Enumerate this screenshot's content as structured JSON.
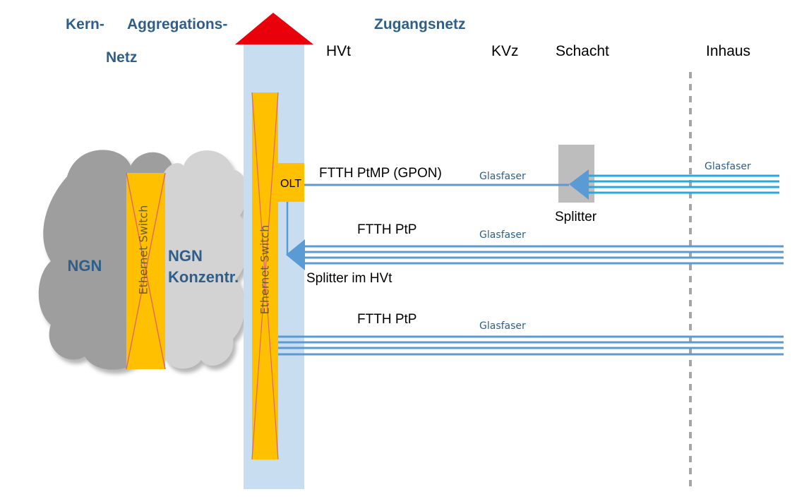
{
  "headers": {
    "kern": "Kern-",
    "aggregation": "Aggregations-",
    "netz": "Netz",
    "zugang": "Zugangsnetz"
  },
  "locations": {
    "hvt": "HVt",
    "kvz": "KVz",
    "schacht": "Schacht",
    "inhaus": "Inhaus"
  },
  "clouds": {
    "ngn": "NGN",
    "ngn_konz_line1": "NGN",
    "ngn_konz_line2": "Konzentr."
  },
  "switches": {
    "left": "Ethernet Switch",
    "center": "Ethernet Switch"
  },
  "olt": "OLT",
  "links": {
    "ptmp_label": "FTTH PtMP (GPON)",
    "ptmp_fiber": "Glasfaser",
    "inhaus_fiber": "Glasfaser",
    "splitter_schacht": "Splitter",
    "ptp1_label": "FTTH PtP",
    "ptp1_fiber": "Glasfaser",
    "splitter_hvt": "Splitter im HVt",
    "ptp2_label": "FTTH PtP",
    "ptp2_fiber": "Glasfaser"
  },
  "colors": {
    "header_blue": "#2E5F8A",
    "column_blue": "#C9DDF0",
    "switch_orange": "#FFC000",
    "fiber_blue": "#5B9BD5",
    "fiber_cyan": "#29A8E0",
    "arrow_red": "#E8000B",
    "cloud_gray": "#BFBFBF",
    "splitter_gray": "#BDBDBD",
    "divider_gray": "#A6A6A6"
  }
}
